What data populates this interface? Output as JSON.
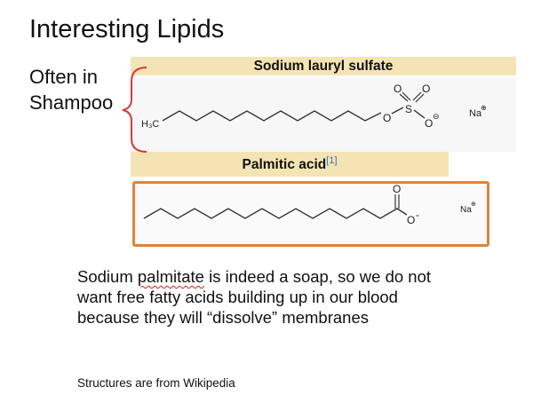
{
  "slide": {
    "title": "Interesting Lipids",
    "side_label": [
      "Often in",
      "Shampoo"
    ]
  },
  "structures": [
    {
      "name": "Sodium lauryl sulfate",
      "atoms": {
        "start": "H₃C",
        "o1": "O",
        "s": "S",
        "o_top_left": "O",
        "o_top_right": "O",
        "o_minus": "O",
        "charge_minus": "⊖",
        "na": "Na",
        "charge_plus": "⊕"
      }
    },
    {
      "name": "Palmitic acid",
      "ref": "[1]",
      "atoms": {
        "o_top": "O",
        "o_minus": "O",
        "charge_minus": "-",
        "na": "Na",
        "charge_plus": "⊕"
      }
    }
  ],
  "body": {
    "line1_pre": "Sodium ",
    "line1_underlined": "palmitate",
    "line1_post": " is indeed a soap, so we do not",
    "line2": "want free fatty acids building up in our blood",
    "line3": "because they will “dissolve” membranes"
  },
  "footnote": "Structures are from Wikipedia",
  "colors": {
    "title_bar": "#f4e4b4",
    "highlight_box": "#e0833a",
    "bracket": "#d63a3a",
    "ref_link": "#3a6fc4",
    "spell_underline": "#d02020"
  }
}
